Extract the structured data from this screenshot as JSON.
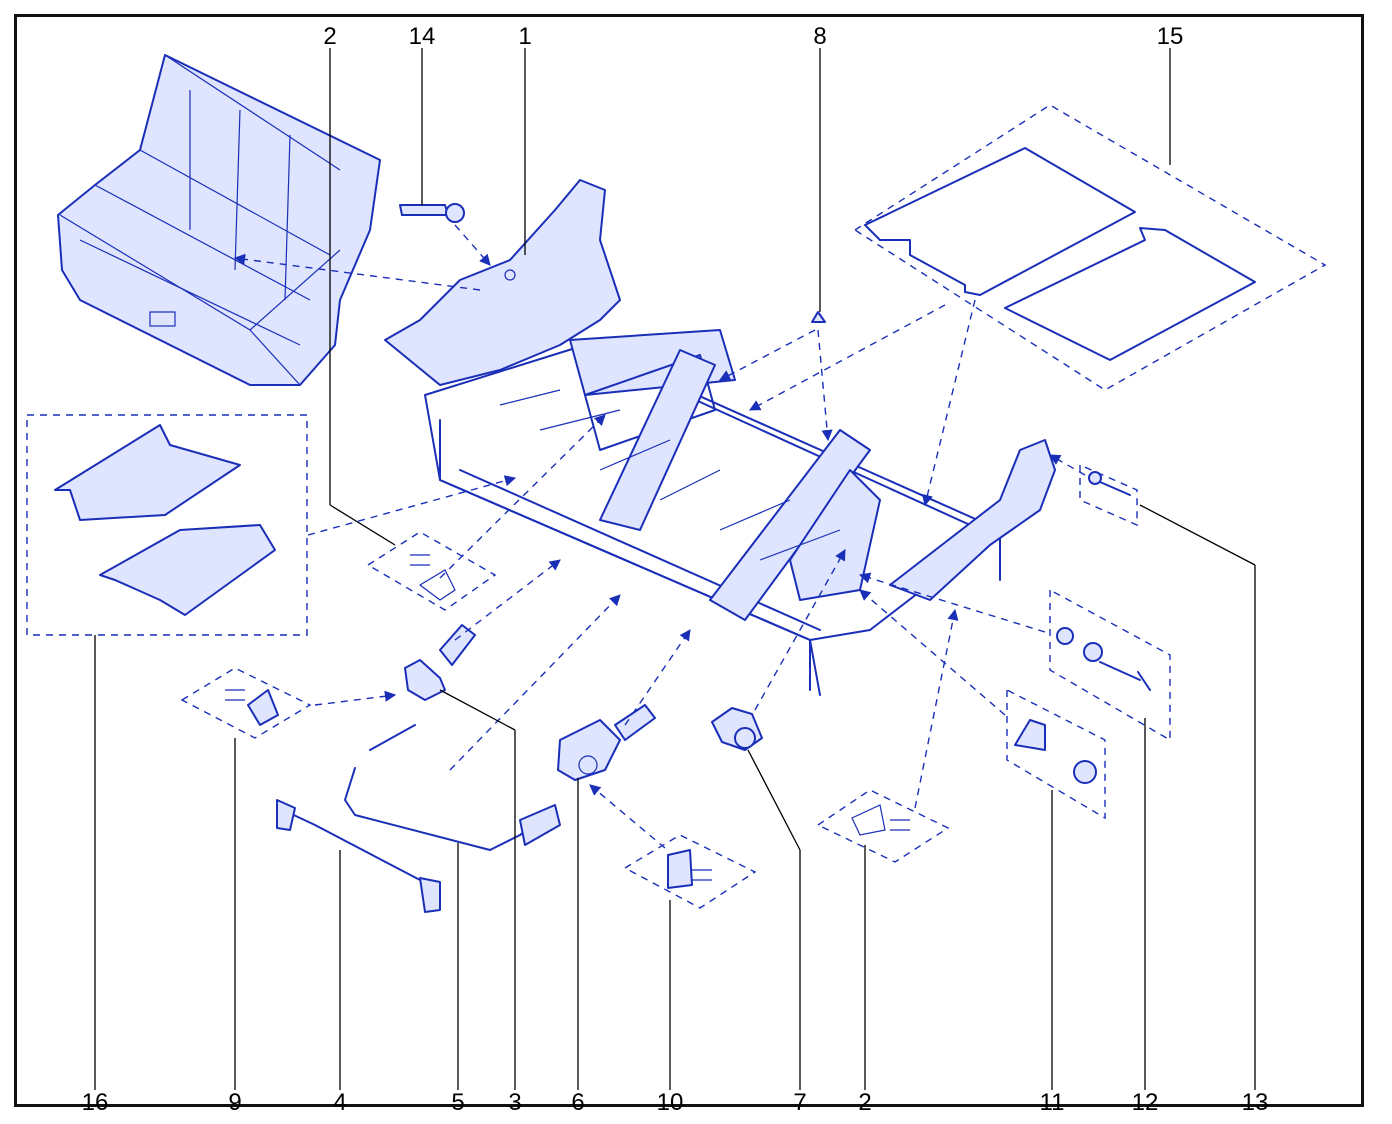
{
  "diagram": {
    "callouts": [
      "1",
      "2",
      "3",
      "4",
      "5",
      "6",
      "7",
      "8",
      "9",
      "10",
      "11",
      "12",
      "13",
      "14",
      "15",
      "16"
    ],
    "labels": {
      "top": [
        "2",
        "14",
        "1",
        "8",
        "15"
      ],
      "bottom": [
        "16",
        "9",
        "4",
        "5",
        "3",
        "6",
        "10",
        "7",
        "2",
        "11",
        "12",
        "13"
      ]
    },
    "colors": {
      "line": "#1a2fb8",
      "fill": "#dfe4ff",
      "frame": "#111111",
      "text": "#000000"
    }
  }
}
